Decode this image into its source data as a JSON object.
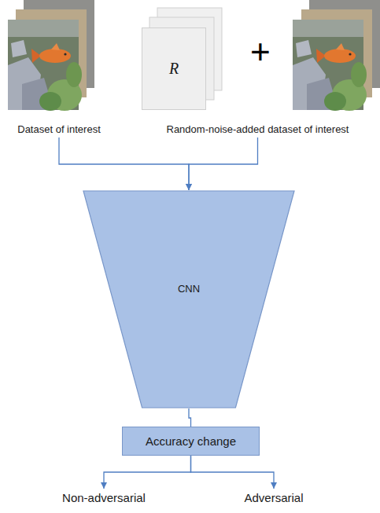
{
  "diagram": {
    "nodes": [
      {
        "text": [
          "Dataset of interest"
        ]
      },
      {
        "text": [
          "Random-noise-added dataset of interest"
        ]
      },
      {
        "text": [
          "R"
        ],
        "in": 1
      },
      {
        "text": [
          "CNN"
        ]
      },
      {
        "text": [
          "Accuracy change"
        ]
      },
      {
        "text": [
          "Non-adversarial"
        ]
      },
      {
        "text": [
          "Adversarial"
        ]
      }
    ],
    "edges": [
      {
        "from": 0,
        "to": 3,
        "arrow": "to"
      },
      {
        "from": 1,
        "to": 3,
        "arrow": "to"
      },
      {
        "from": 3,
        "to": 4,
        "arrow": "none"
      },
      {
        "from": 4,
        "to": 5,
        "arrow": "to"
      },
      {
        "from": 4,
        "to": 6,
        "arrow": "to"
      }
    ],
    "labels": [
      "+"
    ]
  }
}
